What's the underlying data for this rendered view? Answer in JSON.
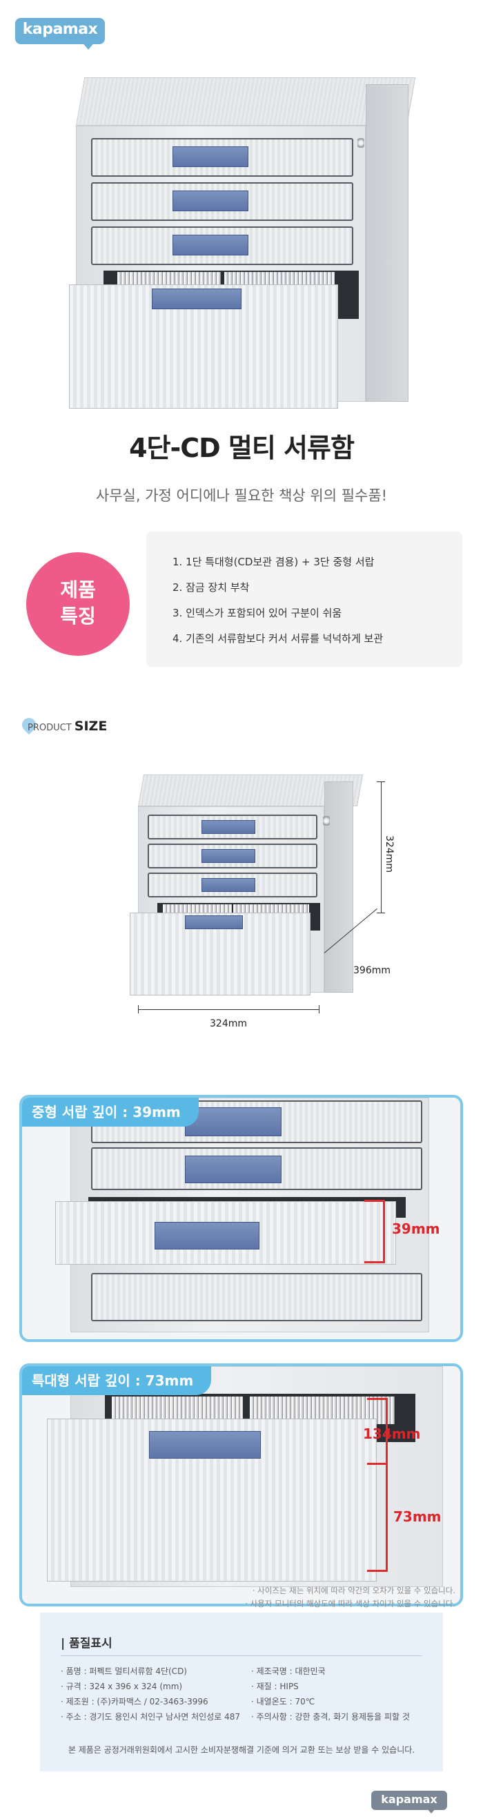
{
  "brand": {
    "name": "kapamax"
  },
  "title": "4단-CD 멀티 서류함",
  "subtitle": "사무실, 가정 어디에나 필요한 책상 위의 필수품!",
  "features": {
    "badge_line1": "제품",
    "badge_line2": "특징",
    "items": [
      "1. 1단 특대형(CD보관 겸용) + 3단 중형 서랍",
      "2. 잠금 장치 부착",
      "3. 인덱스가 포함되어 있어 구분이 쉬움",
      "4. 기존의 서류함보다 커서 서류를 넉넉하게 보관"
    ]
  },
  "product_size": {
    "prefix": "PRODUCT",
    "word": "SIZE",
    "height": "324mm",
    "depth": "396mm",
    "width": "324mm"
  },
  "panels": {
    "medium": {
      "label": "중형 서랍 깊이 : 39mm",
      "dim": "39mm"
    },
    "large": {
      "label": "특대형 서랍 깊이 : 73mm",
      "dim_outer": "134mm",
      "dim_inner": "73mm"
    }
  },
  "notes": [
    "· 사이즈는 재는 위치에 따라 약간의 오차가 있을 수 있습니다.",
    "· 사용자 모니터의 해상도에 따라 색상 차이가 있을 수 있습니다."
  ],
  "quality": {
    "heading": "| 품질표시",
    "left": [
      "· 품명 : 퍼펙트 멀티서류함 4단(CD)",
      "· 규격 : 324 x 396 x 324 (mm)",
      "· 제조원 : (주)카파맥스 / 02-3463-3996",
      "· 주소 : 경기도 용인시 처인구 남사면 처인성로 487"
    ],
    "right": [
      "· 제조국명 : 대한민국",
      "· 재질 : HIPS",
      "· 내열온도 : 70℃",
      "· 주의사항 : 강한 충격, 화기 용제등을 피할 것"
    ],
    "footer": "본 제품은 공정거래위원회에서 고시한 소비자분쟁해결 기준에 의거 교환 또는 보상 받을 수 있습니다."
  },
  "colors": {
    "accent_blue": "#5ab8e4",
    "feature_pink": "#ee5b88",
    "dimension_red": "#d9262d",
    "label_blue": "#5d75a8"
  }
}
